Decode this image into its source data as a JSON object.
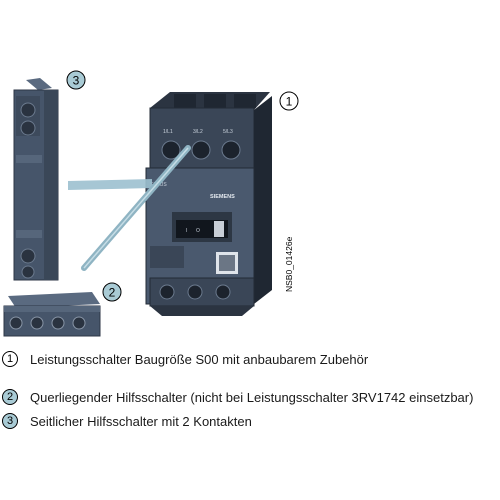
{
  "figure": {
    "code": "NSB0_01426e",
    "colors": {
      "accent": "#a9cbd5",
      "device_body": "#46556a",
      "device_dark": "#1f2937",
      "rod": "#8fb4c3"
    }
  },
  "callouts": [
    {
      "number": "1",
      "highlighted": false
    },
    {
      "number": "2",
      "highlighted": true
    },
    {
      "number": "3",
      "highlighted": true
    }
  ],
  "legend": [
    {
      "number": "1",
      "text": "Leistungsschalter Baugröße S00 mit anbaubarem Zubehör",
      "highlighted": false
    },
    {
      "number": "2",
      "text": "Querliegender Hilfsschalter (nicht bei Leistungsschalter 3RV1742 einsetzbar)",
      "highlighted": true
    },
    {
      "number": "3",
      "text": "Seitlicher Hilfsschalter mit 2 Kontakten",
      "highlighted": true
    }
  ]
}
